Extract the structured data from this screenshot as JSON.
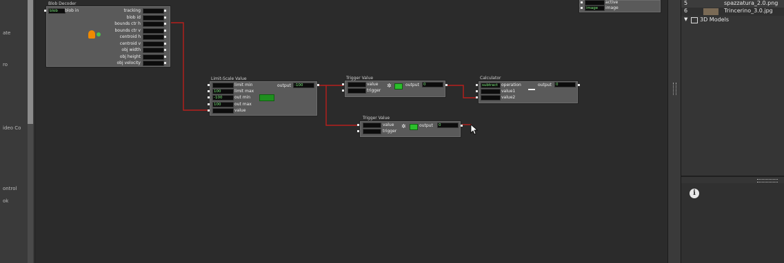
{
  "left_panel": {
    "labels": [
      "ate",
      "ro",
      "ideo Co",
      "ontrol",
      "ok"
    ]
  },
  "blob_decoder": {
    "title": "Blob Decoder",
    "input_label": "blob in",
    "input_value": "blob",
    "outputs": [
      "tracking",
      "blob id",
      "bounds ctr h",
      "bounds ctr v",
      "centroid h",
      "centroid v",
      "obj width",
      "obj height",
      "obj velocity"
    ]
  },
  "limit_scale": {
    "title": "Limit-Scale Value",
    "inputs": [
      "limit min",
      "limit max",
      "out min",
      "out max",
      "value"
    ],
    "input_values": [
      "",
      "100",
      "-100",
      "100",
      ""
    ],
    "output_label": "output",
    "output_value": "-100"
  },
  "trigger_value_1": {
    "title": "Trigger Value",
    "inputs": [
      "value",
      "trigger"
    ],
    "output_label": "output",
    "output_value": "0"
  },
  "trigger_value_2": {
    "title": "Trigger Value",
    "inputs": [
      "value",
      "trigger"
    ],
    "output_label": "output",
    "output_value": "0"
  },
  "calculator": {
    "title": "Calculator",
    "inputs": [
      "operation",
      "value1",
      "value2"
    ],
    "operation_value": "subtract",
    "output_label": "output",
    "output_value": "0"
  },
  "top_right_actor": {
    "labels": [
      "active",
      "image"
    ],
    "value": "image"
  },
  "right_panel": {
    "files": [
      {
        "index": "5",
        "name": "spazzatura_2.0.png"
      },
      {
        "index": "6",
        "name": "Trincerino_3.0.jpg"
      }
    ],
    "section": "3D Models",
    "info_icon": "info-icon"
  },
  "colors": {
    "wire": "#b8201c",
    "value_text": "#7df07d",
    "canvas": "#2b2b2b"
  }
}
